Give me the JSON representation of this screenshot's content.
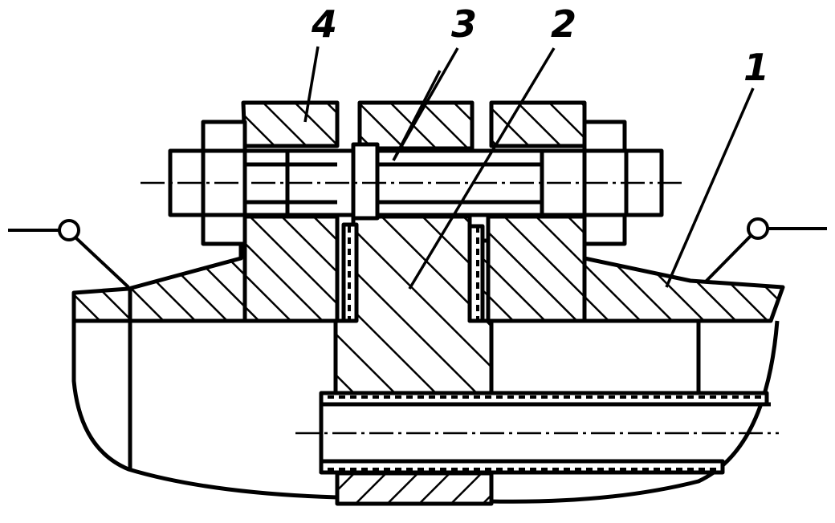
{
  "diagram": {
    "parts": [
      {
        "id": "1",
        "label": "1"
      },
      {
        "id": "2",
        "label": "2"
      },
      {
        "id": "3",
        "label": "3"
      },
      {
        "id": "4",
        "label": "4"
      }
    ],
    "colors": {
      "ink": "#000000",
      "paper": "#ffffff"
    }
  }
}
